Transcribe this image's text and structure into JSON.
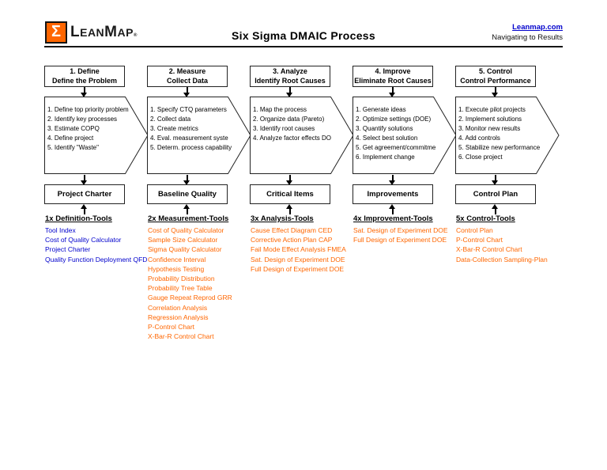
{
  "header": {
    "logo": {
      "sigma": "Σ",
      "part1": "L",
      "part2": "EAN",
      "part3": "M",
      "part4": "AP",
      "reg": "®"
    },
    "title": "Six Sigma DMAIC Process",
    "link": "Leanmap.com",
    "tagline": "Navigating to Results"
  },
  "colors": {
    "accent_orange": "#ff6600",
    "link_blue": "#0000cc",
    "tools_blue": "#0000cc",
    "tools_orange": "#ff6600"
  },
  "columns": [
    {
      "stage_line1": "1. Define",
      "stage_line2": "Define the Problem",
      "steps": [
        "1. Define top priority problem",
        "2. Identify key processes",
        "3. Estimate COPQ",
        "4. Define project",
        "5. Identify \"Waste\""
      ],
      "deliverable": "Project Charter",
      "tools_heading": "1x Definition-Tools",
      "tools": [
        "Tool Index",
        "Cost of Quality Calculator",
        "Project Charter",
        "Quality Function Deployment QFD"
      ]
    },
    {
      "stage_line1": "2. Measure",
      "stage_line2": "Collect Data",
      "steps": [
        "1. Specify CTQ parameters",
        "2. Collect data",
        "3. Create metrics",
        "4. Eval. measurement syste",
        "5. Determ. process capability"
      ],
      "deliverable": "Baseline Quality",
      "tools_heading": "2x Measurement-Tools",
      "tools": [
        "Cost of Quality Calculator",
        "Sample Size Calculator",
        "Sigma Quality Calculator",
        "Confidence Interval",
        "Hypothesis Testing",
        "Probability Distribution",
        "Probability Tree Table",
        "Gauge Repeat Reprod GRR",
        "Correlation Analysis",
        "Regression Analysis",
        "P-Control Chart",
        "X-Bar-R Control Chart"
      ]
    },
    {
      "stage_line1": "3. Analyze",
      "stage_line2": "Identify Root Causes",
      "steps": [
        "1. Map the process",
        "2. Organize data (Pareto)",
        "3. Identify root causes",
        "4. Analyze factor effects DO"
      ],
      "deliverable": "Critical Items",
      "tools_heading": "3x Analysis-Tools",
      "tools": [
        "Cause Effect Diagram CED",
        "Corrective Action Plan CAP",
        "Fail Mode Effect Analysis FMEA",
        "Sat. Design of Experiment DOE",
        "Full Design of Experiment DOE"
      ]
    },
    {
      "stage_line1": "4. Improve",
      "stage_line2": "Eliminate Root Causes",
      "steps": [
        "1. Generate ideas",
        "2. Optimize settings (DOE)",
        "3. Quantify solutions",
        "4. Select best solution",
        "5. Get agreement/commitme",
        "6. Implement change"
      ],
      "deliverable": "Improvements",
      "tools_heading": "4x Improvement-Tools",
      "tools": [
        "Sat. Design of Experiment DOE",
        "Full Design of Experiment DOE"
      ]
    },
    {
      "stage_line1": "5. Control",
      "stage_line2": "Control Performance",
      "steps": [
        "1. Execute pilot projects",
        "2. Implement solutions",
        "3. Monitor new results",
        "4. Add controls",
        "5. Stabilize new performance",
        "6. Close project"
      ],
      "deliverable": "Control Plan",
      "tools_heading": "5x Control-Tools",
      "tools": [
        "Control Plan",
        "P-Control Chart",
        "X-Bar-R Control Chart",
        "Data-Collection Sampling-Plan"
      ]
    }
  ]
}
